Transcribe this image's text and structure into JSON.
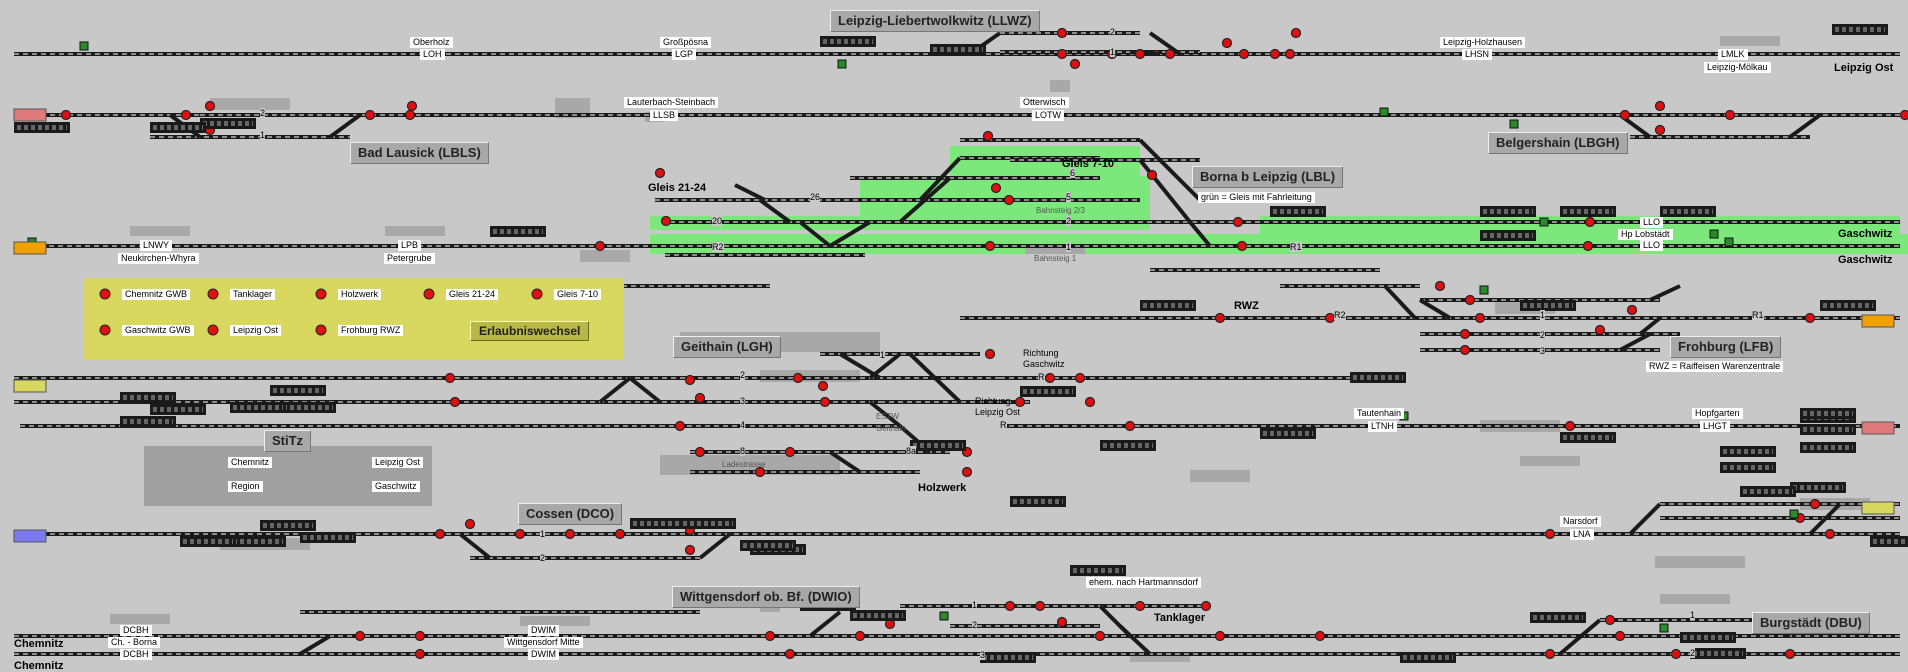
{
  "colors": {
    "background": "#c8c8c8",
    "track": "#1a1a1a",
    "signal_red": "#e01010",
    "signal_green": "#2a8a2a",
    "occupied_green": "#7ce87c",
    "panel_yellow": "#d8d860",
    "panel_grey": "#a0a0a0"
  },
  "stations": {
    "llwz": "Leipzig-Liebertwolkwitz (LLWZ)",
    "lbls": "Bad Lausick (LBLS)",
    "lbl": "Borna b Leipzig (LBL)",
    "lbgh": "Belgershain (LBGH)",
    "lgh": "Geithain (LGH)",
    "lfb": "Frohburg (LFB)",
    "stitz": "StiTz",
    "dco": "Cossen (DCO)",
    "dwio": "Wittgensdorf ob. Bf. (DWIO)",
    "dbu": "Burgstädt (DBU)"
  },
  "endpoints": {
    "leipzig_ost": "Leipzig Ost",
    "gaschwitz1": "Gaschwitz",
    "gaschwitz2": "Gaschwitz",
    "gleis2124": "Gleis 21-24",
    "gleis710": "Gleis 7-10",
    "rwz": "RWZ",
    "holzwerk": "Holzwerk",
    "tanklager": "Tanklager",
    "chemnitz1": "Chemnitz",
    "chemnitz2": "Chemnitz"
  },
  "labels": {
    "oberholz": "Oberholz",
    "loh": "LOH",
    "grosspoesna": "Großpösna",
    "lgp": "LGP",
    "lhsn_name": "Leipzig-Holzhausen",
    "lhsn": "LHSN",
    "lmlk": "LMLK",
    "lmlk_name": "Leipzig-Mölkau",
    "llsb_name": "Lauterbach-Steinbach",
    "llsb": "LLSB",
    "otterwisch": "Otterwisch",
    "lotw": "LOTW",
    "lnwy": "LNWY",
    "lnwy_name": "Neukirchen-Whyra",
    "lpb": "LPB",
    "lpb_name": "Petergrube",
    "llo1": "LLO",
    "llo2": "LLO",
    "hp_lobstaedt": "Hp Lobstädt",
    "richtung_gaschwitz": "Richtung Gaschwitz",
    "richtung_leipzig_ost": "Richtung Leipzig Ost",
    "tautenhain": "Tautenhain",
    "ltnh": "LTNH",
    "hopfgarten": "Hopfgarten",
    "lhgt": "LHGT",
    "narsdorf": "Narsdorf",
    "lna": "LNA",
    "dcbh1": "DCBH",
    "ch_borna": "Ch. - Borna",
    "dcbh2": "DCBH",
    "dwim1": "DWIM",
    "wittgensdorf_mitte": "Wittgensdorf Mitte",
    "dwim2": "DWIM",
    "hartmannsdorf": "ehem. nach Hartmannsdorf",
    "estw": "ESTW",
    "estw_geithain": "Geithain",
    "ladestrasse": "Ladestrasse",
    "bahnsteig23": "Bahnsteig 2/3",
    "bahnsteig1": "Bahnsteig 1"
  },
  "notes": {
    "gruen": "grün = Gleis mit Fahrleitung",
    "rwz": "RWZ = Raiffeisen Warenzentrale"
  },
  "erlaubnis": {
    "items": [
      "Chemnitz GWB",
      "Tanklager",
      "Holzwerk",
      "Gleis 21-24",
      "Gleis 7-10",
      "Gaschwitz GWB",
      "Leipzig Ost",
      "Frohburg RWZ"
    ],
    "button": "Erlaubniswechsel"
  },
  "stitz_items": [
    "Chemnitz",
    "Leipzig Ost",
    "Region",
    "Gaschwitz"
  ],
  "track_labels": [
    "2",
    "1",
    "2",
    "1",
    "6",
    "5",
    "2",
    "1",
    "26",
    "20",
    "R2",
    "R1",
    "R2",
    "1",
    "R1",
    "2",
    "3",
    "1",
    "2",
    "3",
    "4",
    "8",
    "8a",
    "R",
    "R",
    "1",
    "2",
    "1",
    "2",
    "3",
    "1",
    "2"
  ]
}
